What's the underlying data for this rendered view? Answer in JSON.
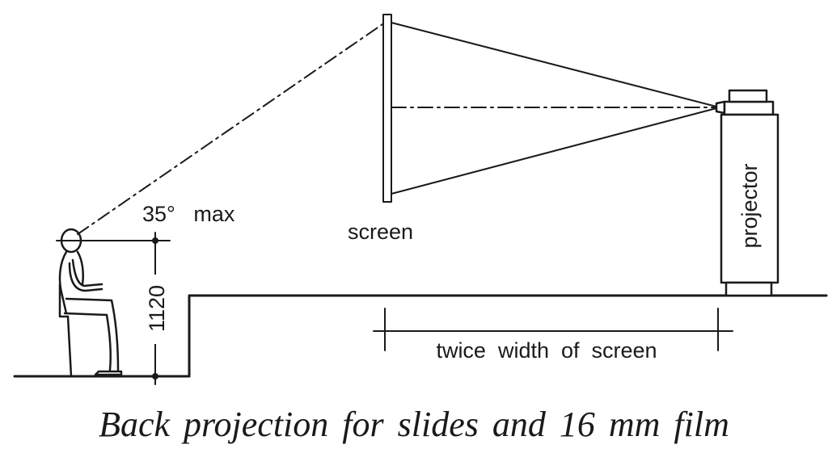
{
  "labels": {
    "angle": "35°   max",
    "screen": "screen",
    "projector": "projector",
    "height_dimension": "1120",
    "distance": "twice  width  of  screen"
  },
  "caption": "Back projection for slides and 16 mm film"
}
